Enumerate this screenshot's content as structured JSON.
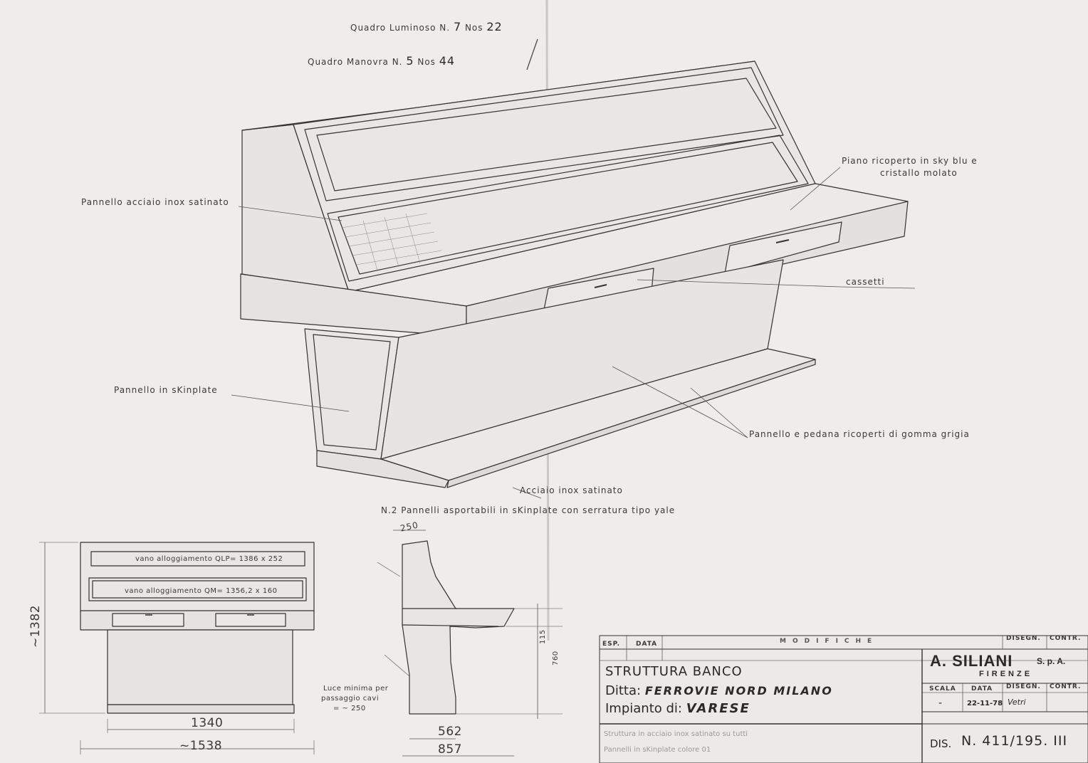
{
  "header": {
    "quadro_luminoso": "Quadro Luminoso N.",
    "ql_n": "7",
    "ql_nos_label": "Nos",
    "ql_nos": "22",
    "quadro_manovra": "Quadro Manovra N.",
    "qm_n": "5",
    "qm_nos_label": "Nos",
    "qm_nos": "44"
  },
  "callouts": {
    "pannello_acciaio": "Pannello acciaio inox satinato",
    "piano_line1": "Piano ricoperto in sky blu e",
    "piano_line2": "cristallo molato",
    "cassetti": "cassetti",
    "pannello_skinplate": "Pannello in sKinplate",
    "pannello_pedana": "Pannello e pedana ricoperti di gomma grigia",
    "acciaio_inox": "Acciaio inox satinato",
    "pannelli_asportabili": "N.2 Pannelli asportabili in sKinplate con serratura tipo yale"
  },
  "front_view": {
    "vano_qlp": "vano alloggiamento QLP= 1386 x 252",
    "vano_qm": "vano alloggiamento QM= 1356,2 x 160",
    "height_dim": "~1382",
    "width_inner": "1340",
    "width_total": "~1538"
  },
  "side_view": {
    "top_dim": "250",
    "dim_115": "115",
    "dim_760": "760",
    "luce_line1": "Luce minima per",
    "luce_line2": "passaggio cavi",
    "luce_line3": "= ~ 250",
    "depth_inner": "562",
    "depth_total": "857"
  },
  "title_block": {
    "esp": "ESP.",
    "data": "DATA",
    "modifiche": "MODIFICHE",
    "disegn": "DISEGN.",
    "contr": "CONTR.",
    "title": "STRUTTURA BANCO",
    "ditta_label": "Ditta:",
    "ditta_value": "FERROVIE NORD MILANO",
    "impianto_label": "Impianto di:",
    "impianto_value": "VARESE",
    "company": "A. SILIANI",
    "company_suffix": "S. p. A.",
    "city": "FIRENZE",
    "scala": "SCALA",
    "data2": "DATA",
    "disegn2": "DISEGN.",
    "contr2": "CONTR.",
    "scala_value": "-",
    "data_value": "22-11-78",
    "disegn_value": "Vetri",
    "note_line1": "Struttura in acciaio inox satinato su tutti",
    "note_line2": "Pannelli in sKinplate colore 01",
    "dis_label": "DIS.",
    "dis_number": "N. 411/195. III"
  }
}
